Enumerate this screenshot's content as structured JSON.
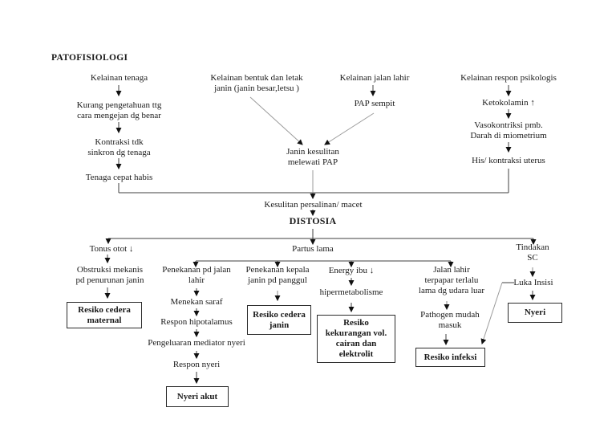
{
  "page": {
    "title": "PATOFISIOLOGI"
  },
  "colors": {
    "background": "#ffffff",
    "text": "#1a1a1a",
    "line": "#3f3f3f",
    "light_line": "#9b9b9b",
    "arrowhead": "#111111",
    "box_border": "#2b2b2b"
  },
  "nodes": {
    "kelainan_tenaga": "Kelainan tenaga",
    "kurang_pengetahuan": "Kurang pengetahuan ttg\ncara mengejan dg benar",
    "kontraksi_tdk": "Kontraksi tdk\nsinkron dg tenaga",
    "tenaga_cepat_habis": "Tenaga cepat habis",
    "kelainan_bentuk": "Kelainan bentuk dan letak\njanin (janin besar,letsu )",
    "kelainan_jalan_lahir": "Kelainan jalan lahir",
    "pap_sempit": "PAP sempit",
    "kelainan_respon": "Kelainan respon psikologis",
    "ketokolamin": "Ketokolamin ↑",
    "vasokontriksi": "Vasokontriksi pmb.\nDarah di miometrium",
    "his_kontraksi": "His/ kontraksi uterus",
    "janin_kesulitan": "Janin kesulitan\nmelewati PAP",
    "kesulitan_persalinan": "Kesulitan persalinan/ macet",
    "distosia": "DISTOSIA",
    "tonus_otot": "Tonus otot ↓",
    "partus_lama": "Partus lama",
    "tindakan_sc": "Tindakan\nSC",
    "obstruksi": "Obstruksi mekanis\npd penurunan janin",
    "penekanan_jalan": "Penekanan pd jalan\nlahir",
    "menekan_saraf": "Menekan saraf",
    "respon_hipotalamus": "Respon hipotalamus",
    "pengeluaran_mediator": "Pengeluaran mediator nyeri",
    "respon_nyeri": "Respon nyeri",
    "penekanan_kepala": "Penekanan kepala\njanin pd panggul",
    "energy_ibu": "Energy ibu ↓",
    "hipermetabolisme": "hipermetabolisme",
    "jalan_terpapar": "Jalan lahir\nterpapar terlalu\nlama dg udara luar",
    "pathogen": "Pathogen mudah\nmasuk",
    "luka_insisi": "Luka Insisi"
  },
  "boxes": {
    "resiko_cedera_maternal": "Resiko cedera\nmaternal",
    "nyeri_akut": "Nyeri akut",
    "resiko_cedera_janin": "Resiko cedera\njanin",
    "resiko_kekurangan": "Resiko\nkekurangan vol.\ncairan dan\nelektrolit",
    "resiko_infeksi": "Resiko infeksi",
    "nyeri": "Nyeri"
  }
}
